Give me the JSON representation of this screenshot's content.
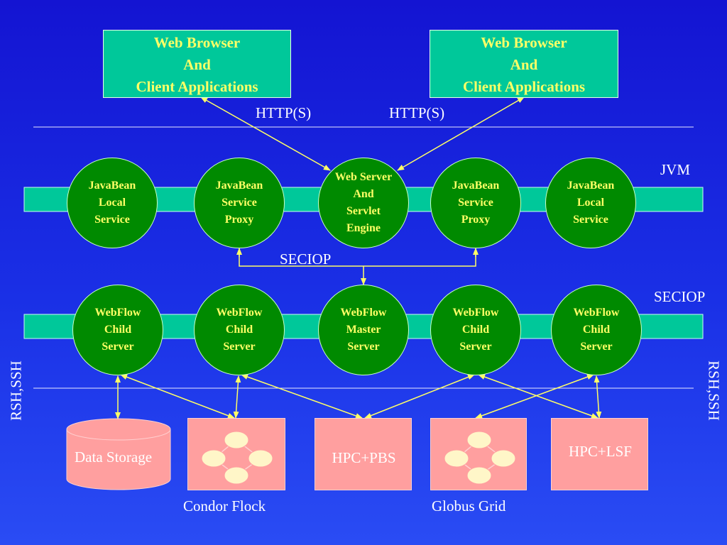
{
  "browsers": [
    {
      "name": "Web Browser\nAnd\nClient Applications"
    },
    {
      "name": "Web Browser\nAnd\nClient Applications"
    }
  ],
  "protocols": {
    "http_left": "HTTP(S)",
    "http_right": "HTTP(S)",
    "seciop_mid": "SECIOP",
    "seciop_right": "SECIOP",
    "jvm": "JVM",
    "rsh_left": "RSH,SSH",
    "rsh_right": "RSH,SSH"
  },
  "jvm_nodes": [
    "JavaBean\nLocal\nService",
    "JavaBean\nService\nProxy",
    "Web Server\nAnd\nServlet\nEngine",
    "JavaBean\nService\nProxy",
    "JavaBean\nLocal\nService"
  ],
  "webflow_nodes": [
    "WebFlow\nChild\nServer",
    "WebFlow\nChild\nServer",
    "WebFlow\nMaster\nServer",
    "WebFlow\nChild\nServer",
    "WebFlow\nChild\nServer"
  ],
  "resources": {
    "data_storage": "Data Storage",
    "hpc_pbs": "HPC+PBS",
    "hpc_lsf": "HPC+LSF"
  },
  "captions": {
    "condor": "Condor Flock",
    "globus": "Globus Grid"
  },
  "colors": {
    "background": "#1a30e6",
    "bar": "#00c89a",
    "node": "#008a00",
    "node_text": "#ffff66",
    "resource_box": "#ff9f9f",
    "connector": "#ffff66"
  }
}
